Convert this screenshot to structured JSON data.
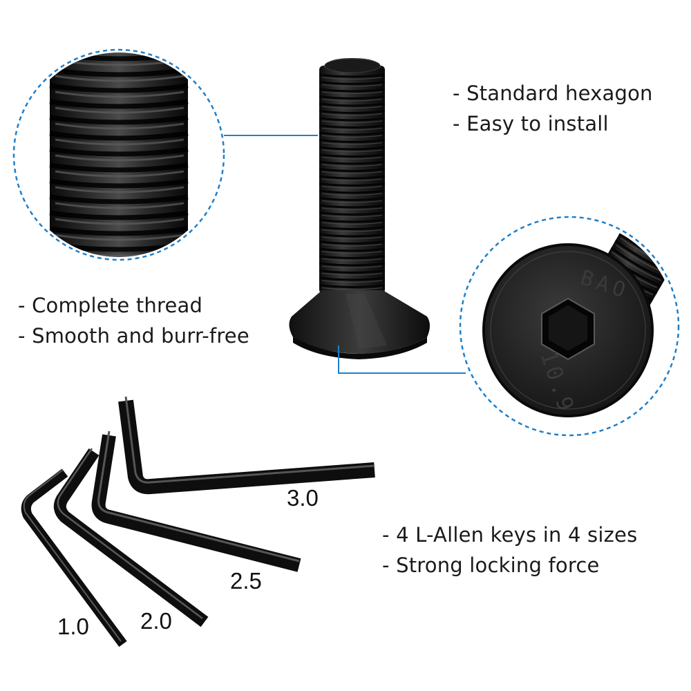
{
  "features": {
    "top": {
      "line1": "- Standard hexagon",
      "line2": "- Easy to install"
    },
    "middle": {
      "line1": "- Complete thread",
      "line2": "- Smooth and burr-free"
    },
    "bottom": {
      "line1": "- 4 L-Allen keys in 4 sizes",
      "line2": "- Strong locking force"
    }
  },
  "allen_keys": {
    "sizes": [
      "1.0",
      "2.0",
      "2.5",
      "3.0"
    ]
  },
  "screw_head": {
    "marking_top": "BAO",
    "marking_bottom": "10.9"
  },
  "colors": {
    "accent": "#1f7fc8",
    "metal_dark": "#1c1c1c",
    "text": "#1a1a1a",
    "background": "#ffffff"
  }
}
